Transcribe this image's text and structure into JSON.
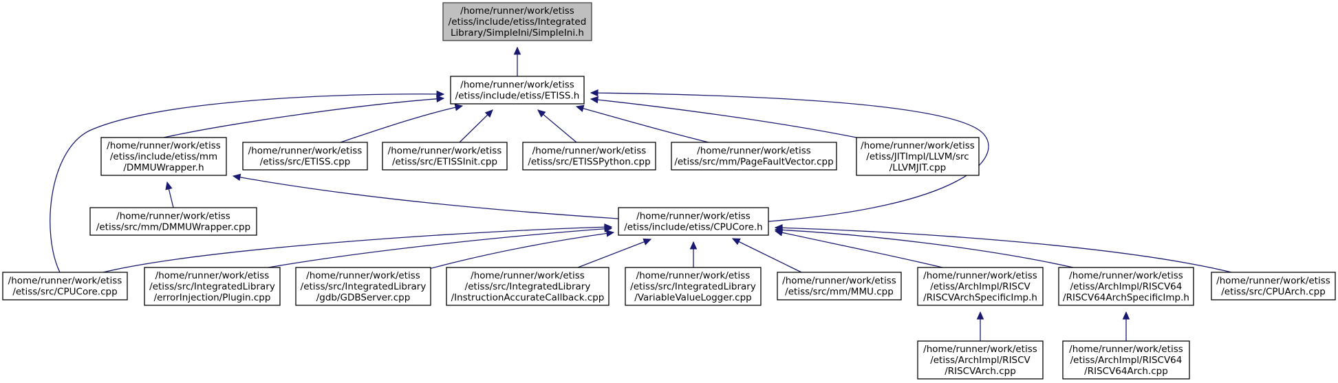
{
  "graph": {
    "nodes": [
      {
        "id": "simpleini",
        "lines": [
          "/home/runner/work/etiss",
          "/etiss/include/etiss/Integrated",
          "Library/SimpleIni/SimpleIni.h"
        ],
        "highlight": true
      },
      {
        "id": "etiss_h",
        "lines": [
          "/home/runner/work/etiss",
          "/etiss/include/etiss/ETISS.h"
        ]
      },
      {
        "id": "dmmuwrapper_h",
        "lines": [
          "/home/runner/work/etiss",
          "/etiss/include/etiss/mm",
          "/DMMUWrapper.h"
        ]
      },
      {
        "id": "etiss_cpp",
        "lines": [
          "/home/runner/work/etiss",
          "/etiss/src/ETISS.cpp"
        ]
      },
      {
        "id": "etissinit_cpp",
        "lines": [
          "/home/runner/work/etiss",
          "/etiss/src/ETISSInit.cpp"
        ]
      },
      {
        "id": "etisspython_cpp",
        "lines": [
          "/home/runner/work/etiss",
          "/etiss/src/ETISSPython.cpp"
        ]
      },
      {
        "id": "pagefaultvector_cpp",
        "lines": [
          "/home/runner/work/etiss",
          "/etiss/src/mm/PageFaultVector.cpp"
        ]
      },
      {
        "id": "llvmjit_cpp",
        "lines": [
          "/home/runner/work/etiss",
          "/etiss/JITImpl/LLVM/src",
          "/LLVMJIT.cpp"
        ]
      },
      {
        "id": "dmmuwrapper_cpp",
        "lines": [
          "/home/runner/work/etiss",
          "/etiss/src/mm/DMMUWrapper.cpp"
        ]
      },
      {
        "id": "cpucore_h",
        "lines": [
          "/home/runner/work/etiss",
          "/etiss/include/etiss/CPUCore.h"
        ]
      },
      {
        "id": "cpucore_cpp",
        "lines": [
          "/home/runner/work/etiss",
          "/etiss/src/CPUCore.cpp"
        ]
      },
      {
        "id": "errorinjection_cpp",
        "lines": [
          "/home/runner/work/etiss",
          "/etiss/src/IntegratedLibrary",
          "/errorInjection/Plugin.cpp"
        ]
      },
      {
        "id": "gdbserver_cpp",
        "lines": [
          "/home/runner/work/etiss",
          "/etiss/src/IntegratedLibrary",
          "/gdb/GDBServer.cpp"
        ]
      },
      {
        "id": "instrcallback_cpp",
        "lines": [
          "/home/runner/work/etiss",
          "/etiss/src/IntegratedLibrary",
          "/InstructionAccurateCallback.cpp"
        ]
      },
      {
        "id": "varvaluelogger_cpp",
        "lines": [
          "/home/runner/work/etiss",
          "/etiss/src/IntegratedLibrary",
          "/VariableValueLogger.cpp"
        ]
      },
      {
        "id": "mmu_cpp",
        "lines": [
          "/home/runner/work/etiss",
          "/etiss/src/mm/MMU.cpp"
        ]
      },
      {
        "id": "riscvarchspecific_h",
        "lines": [
          "/home/runner/work/etiss",
          "/etiss/ArchImpl/RISCV",
          "/RISCVArchSpecificImp.h"
        ]
      },
      {
        "id": "riscv64archspecific_h",
        "lines": [
          "/home/runner/work/etiss",
          "/etiss/ArchImpl/RISCV64",
          "/RISCV64ArchSpecificImp.h"
        ]
      },
      {
        "id": "cpuarch_cpp",
        "lines": [
          "/home/runner/work/etiss",
          "/etiss/src/CPUArch.cpp"
        ]
      },
      {
        "id": "riscvarch_cpp",
        "lines": [
          "/home/runner/work/etiss",
          "/etiss/ArchImpl/RISCV",
          "/RISCVArch.cpp"
        ]
      },
      {
        "id": "riscv64arch_cpp",
        "lines": [
          "/home/runner/work/etiss",
          "/etiss/ArchImpl/RISCV64",
          "/RISCV64Arch.cpp"
        ]
      }
    ],
    "edges": [
      {
        "from": "etiss_h",
        "to": "simpleini"
      },
      {
        "from": "cpucore_cpp",
        "to": "etiss_h"
      },
      {
        "from": "dmmuwrapper_h",
        "to": "etiss_h"
      },
      {
        "from": "etiss_cpp",
        "to": "etiss_h"
      },
      {
        "from": "etissinit_cpp",
        "to": "etiss_h"
      },
      {
        "from": "etisspython_cpp",
        "to": "etiss_h"
      },
      {
        "from": "pagefaultvector_cpp",
        "to": "etiss_h"
      },
      {
        "from": "llvmjit_cpp",
        "to": "etiss_h"
      },
      {
        "from": "cpucore_h",
        "to": "etiss_h"
      },
      {
        "from": "dmmuwrapper_cpp",
        "to": "dmmuwrapper_h"
      },
      {
        "from": "cpucore_h",
        "to": "dmmuwrapper_h"
      },
      {
        "from": "cpucore_cpp",
        "to": "cpucore_h"
      },
      {
        "from": "errorinjection_cpp",
        "to": "cpucore_h"
      },
      {
        "from": "gdbserver_cpp",
        "to": "cpucore_h"
      },
      {
        "from": "instrcallback_cpp",
        "to": "cpucore_h"
      },
      {
        "from": "varvaluelogger_cpp",
        "to": "cpucore_h"
      },
      {
        "from": "mmu_cpp",
        "to": "cpucore_h"
      },
      {
        "from": "riscvarchspecific_h",
        "to": "cpucore_h"
      },
      {
        "from": "riscv64archspecific_h",
        "to": "cpucore_h"
      },
      {
        "from": "cpuarch_cpp",
        "to": "cpucore_h"
      },
      {
        "from": "riscvarch_cpp",
        "to": "riscvarchspecific_h"
      },
      {
        "from": "riscv64arch_cpp",
        "to": "riscv64archspecific_h"
      }
    ]
  },
  "colors": {
    "edge": "#191970",
    "highlight_fill": "#bfbfbf",
    "node_fill": "#ffffff",
    "node_stroke": "#000000"
  }
}
